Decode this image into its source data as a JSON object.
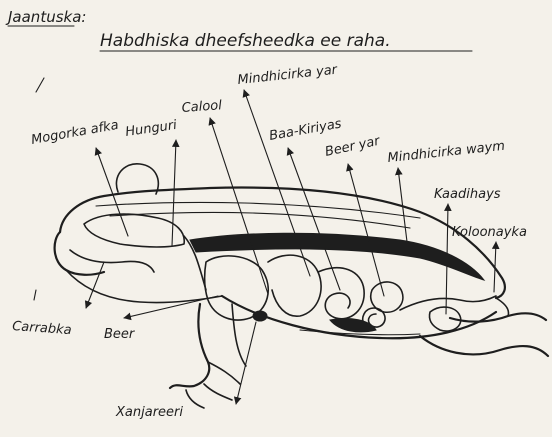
{
  "header": {
    "label": "Jaantuska:",
    "title": "Habdhiska dheefsheedka ee raha."
  },
  "labels": {
    "mogorka_afka": "Mogorka afka",
    "hunguri": "Hunguri",
    "calool": "Calool",
    "mindhicirka_yar": "Mindhicirka yar",
    "baa_kiriyas": "Baa-Kiriyas",
    "beer_yar": "Beer yar",
    "mindhicirka_waym": "Mindhicirka waym",
    "kaadihays": "Kaadihays",
    "koloonayka": "Koloonayka",
    "carrabka": "Carrabka",
    "beer": "Beer",
    "xanjareeri": "Xanjareeri"
  },
  "colors": {
    "ink": "#1e1e1e",
    "paper": "#f4f1ea"
  }
}
